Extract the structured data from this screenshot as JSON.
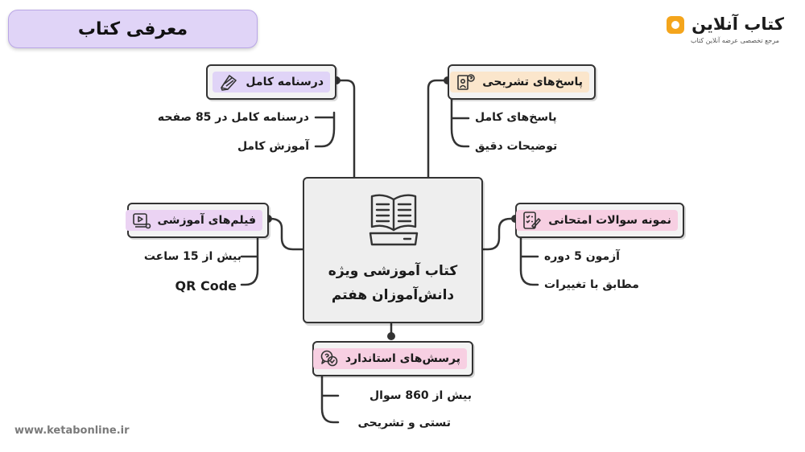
{
  "header": {
    "title": "معرفی کتاب"
  },
  "logo": {
    "name": "کتاب آنلاین",
    "tagline": "مرجع تخصصی عرضه آنلاین کتاب"
  },
  "footer": {
    "site": "www.ketabonline.ir"
  },
  "colors": {
    "lavender": "#e0d4f7",
    "peach": "#fbe6cc",
    "pink": "#f7cfe2",
    "lilac": "#ebd3f3",
    "accent": "#f4a51c"
  },
  "center": {
    "line1": "کتاب آموزشی ویژه",
    "line2": "دانش‌آموزان هفتم",
    "icon": "book-icon"
  },
  "nodes": {
    "lesson": {
      "label": "درسنامه کامل",
      "icon": "notebook-pen-icon",
      "items": [
        "درسنامه کامل در 85 صفحه",
        "آموزش کامل"
      ]
    },
    "answers": {
      "label": "پاسخ‌های تشریحی",
      "icon": "person-question-icon",
      "items": [
        "پاسخ‌های کامل",
        "توضیحات دقیق"
      ]
    },
    "videos": {
      "label": "فیلم‌های آموزشی",
      "icon": "video-play-icon",
      "items": [
        "بیش از 15 ساعت",
        "QR Code"
      ]
    },
    "exams": {
      "label": "نمونه سوالات امتحانی",
      "icon": "checklist-icon",
      "items": [
        "آزمون 5 دوره",
        "مطابق با تغییرات"
      ]
    },
    "questions": {
      "label": "پرسش‌های استاندارد",
      "icon": "chat-question-icon",
      "items": [
        "بیش از 860 سوال",
        "تستی و تشریحی"
      ]
    }
  }
}
